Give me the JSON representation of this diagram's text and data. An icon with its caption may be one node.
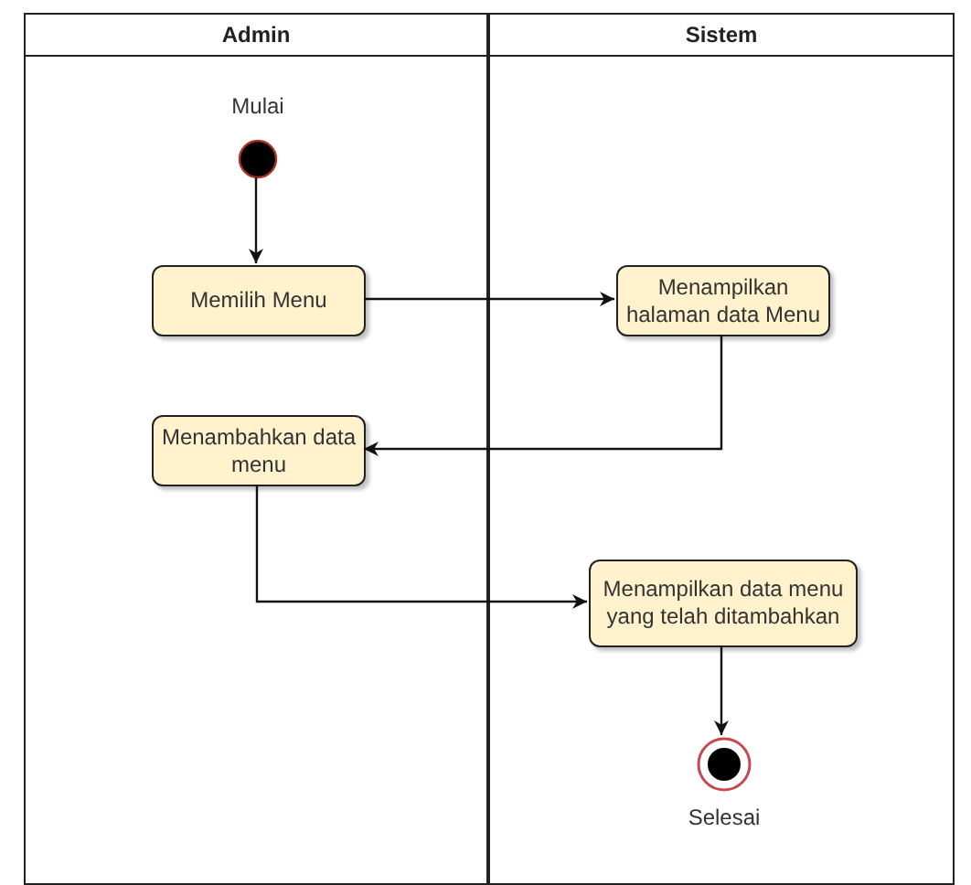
{
  "diagram": {
    "nodes": [
      {
        "text": [
          "Admin"
        ]
      },
      {
        "text": [
          "Sistem"
        ]
      },
      {
        "text": [],
        "shape": "circle",
        "in": 0,
        "beside": [
          "Mulai"
        ]
      },
      {
        "text": [
          "Memilih Menu"
        ],
        "in": 0
      },
      {
        "text": [
          "Menampilkan halaman data Menu"
        ],
        "in": 1
      },
      {
        "text": [
          "Menambahkan data menu"
        ],
        "in": 0
      },
      {
        "text": [
          "Menampilkan data menu yang telah ditambahkan"
        ],
        "in": 1
      },
      {
        "text": [],
        "shape": "circle",
        "in": 1,
        "beside": [
          "Selesai"
        ]
      }
    ],
    "edges": [
      {
        "from": 2,
        "to": 3,
        "arrow": "to"
      },
      {
        "from": 3,
        "to": 4,
        "arrow": "to"
      },
      {
        "from": 4,
        "to": 5,
        "arrow": "to"
      },
      {
        "from": 5,
        "to": 6,
        "arrow": "to"
      },
      {
        "from": 6,
        "to": 7,
        "arrow": "to"
      }
    ]
  }
}
